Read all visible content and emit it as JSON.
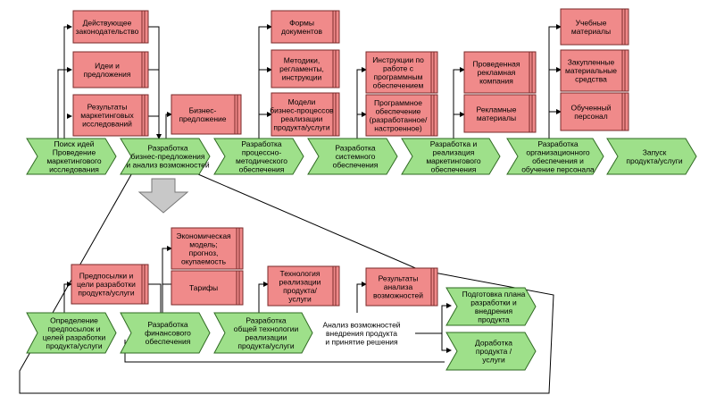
{
  "top": {
    "docs": {
      "legislation": [
        "Действующее",
        "законодательство"
      ],
      "ideas": [
        "Идеи и",
        "предложения"
      ],
      "marketing_results": [
        "Результаты",
        "маркетинговых",
        "исследований"
      ],
      "business_proposal": [
        "Бизнес-",
        "предложение"
      ],
      "forms": [
        "Формы",
        "документов"
      ],
      "methods": [
        "Методики,",
        "регламенты,",
        "инструкции"
      ],
      "process_models": [
        "Модели",
        "бизнес-процессов",
        "реализации",
        "продукта/услуги"
      ],
      "instructions": [
        "Инструкции по",
        "работе с",
        "программным",
        "обеспечением"
      ],
      "software": [
        "Программное",
        "обеспечение",
        "(разработанное/",
        "настроенное)"
      ],
      "ad_campaign": [
        "Проведенная",
        "рекламная",
        "компания"
      ],
      "ad_materials": [
        "Рекламные",
        "материалы"
      ],
      "training": [
        "Учебные",
        "материалы"
      ],
      "equipment": [
        "Закупленные",
        "материальные",
        "средства"
      ],
      "staff": [
        "Обученный",
        "персонал"
      ]
    },
    "processes": {
      "search_ideas": [
        "Поиск идей",
        "Проведение",
        "маркетингового",
        "исследования"
      ],
      "develop_proposal": [
        "Разработка",
        "бизнес-предложения",
        "и анализ возможностей"
      ],
      "develop_process": [
        "Разработка",
        "процессно-",
        "методического",
        "обеспечения"
      ],
      "develop_system": [
        "Разработка",
        "системного",
        "обеспечения"
      ],
      "develop_marketing": [
        "Разработка и",
        "реализация",
        "маркетингового",
        "обеспечения"
      ],
      "develop_org": [
        "Разработка",
        "организационного",
        "обеспечения и",
        "обучение персонала"
      ],
      "launch": [
        "Запуск",
        "продукта/услуги"
      ]
    }
  },
  "bottom": {
    "docs": {
      "economic_model": [
        "Экономическая",
        "модель;",
        "прогноз,",
        "окупаемость"
      ],
      "tariffs": [
        "Тарифы"
      ],
      "prerequisites": [
        "Предпосылки и",
        "цели разработки",
        "продукта/услуги"
      ],
      "technology": [
        "Технология",
        "реализации",
        "продукта/",
        "услуги"
      ],
      "analysis_results": [
        "Результаты",
        "анализа",
        "возможностей"
      ]
    },
    "processes": {
      "define_goals": [
        "Определение",
        "предпосылок и",
        "целей разработки",
        "продукта/услуги"
      ],
      "develop_finance": [
        "Разработка",
        "финансового",
        "обеспечения"
      ],
      "develop_tech": [
        "Разработка",
        "общей технологии",
        "реализации",
        "продукта/услуги"
      ],
      "analysis": [
        "Анализ возможностей",
        "внедрения продукта",
        "и принятие решения"
      ],
      "prepare_plan": [
        "Подготовка плана",
        "разработки и",
        "внедрения",
        "продукта"
      ],
      "refine": [
        "Доработка",
        "продукта /",
        "услуги"
      ]
    }
  }
}
